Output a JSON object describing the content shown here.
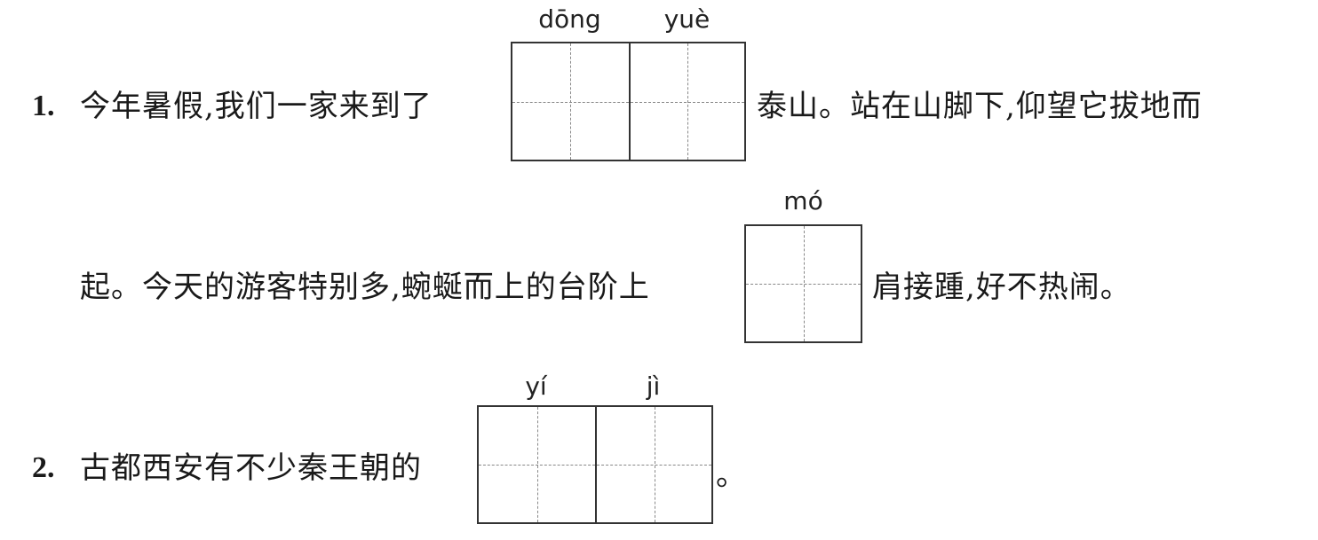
{
  "q1": {
    "number": "1.",
    "line1_before": "今年暑假,我们一家来到了",
    "line1_after": "泰山。站在山脚下,仰望它拔地而",
    "line2_before": "起。今天的游客特别多,蜿蜒而上的台阶上",
    "line2_after": "肩接踵,好不热闹。",
    "blank1_pinyin": [
      "dōng",
      "yuè"
    ],
    "blank2_pinyin": [
      "mó"
    ]
  },
  "q2": {
    "number": "2.",
    "text_before": "古都西安有不少秦王朝的",
    "text_after": "。",
    "blank_pinyin": [
      "yí",
      "jì"
    ]
  }
}
